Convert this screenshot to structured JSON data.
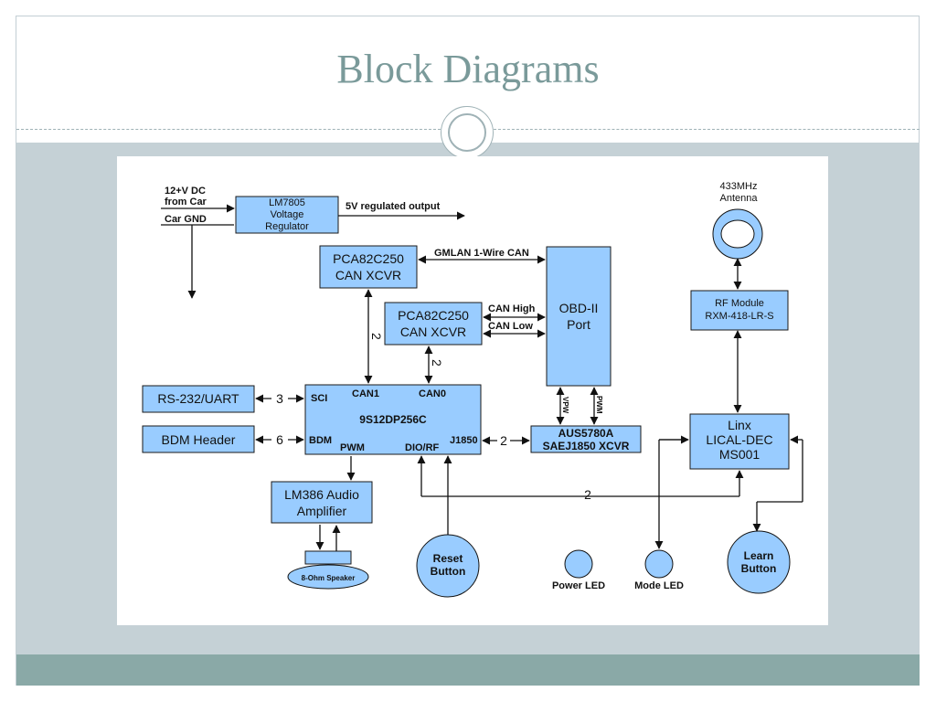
{
  "slide": {
    "title": "Block Diagrams"
  },
  "diagram": {
    "input_12v": [
      "12+V DC",
      "from Car"
    ],
    "input_gnd": "Car GND",
    "regulator": [
      "LM7805",
      "Voltage",
      "Regulator"
    ],
    "regulated_output": "5V regulated output",
    "pca_top": [
      "PCA82C250",
      "CAN XCVR"
    ],
    "gmlan_label": "GMLAN 1-Wire CAN",
    "pca_mid": [
      "PCA82C250",
      "CAN XCVR"
    ],
    "can_high": "CAN High",
    "can_low": "CAN Low",
    "obd": [
      "OBD-II",
      "Port"
    ],
    "antenna": [
      "433MHz",
      "Antenna"
    ],
    "rf_module": [
      "RF Module",
      "RXM-418-LR-S"
    ],
    "rs232": "RS-232/UART",
    "bdm_header": "BDM Header",
    "mcu": {
      "name": "9S12DP256C",
      "sci": "SCI",
      "bdm": "BDM",
      "can1": "CAN1",
      "can0": "CAN0",
      "pwm": "PWM",
      "dio": "DIO/RF",
      "j1850": "J1850"
    },
    "num_3": "3",
    "num_6": "6",
    "num_2_j1850": "2",
    "num_2_can1": "2",
    "num_2_can0": "2",
    "num_2_bottom": "2",
    "vpw": "VPW",
    "pwm_line": "PWM",
    "aus": [
      "AUS5780A",
      "SAEJ1850 XCVR"
    ],
    "linx": [
      "Linx",
      "LICAL-DEC",
      "MS001"
    ],
    "lm386": [
      "LM386 Audio",
      "Amplifier"
    ],
    "speaker": "8-Ohm Speaker",
    "reset": [
      "Reset",
      "Button"
    ],
    "power_led": "Power LED",
    "mode_led": "Mode LED",
    "learn": [
      "Learn",
      "Button"
    ],
    "colors": {
      "block_fill": "#99ccff",
      "band": "#c5d1d6",
      "footer": "#8aa9a7",
      "title": "#7a9a9a"
    }
  }
}
